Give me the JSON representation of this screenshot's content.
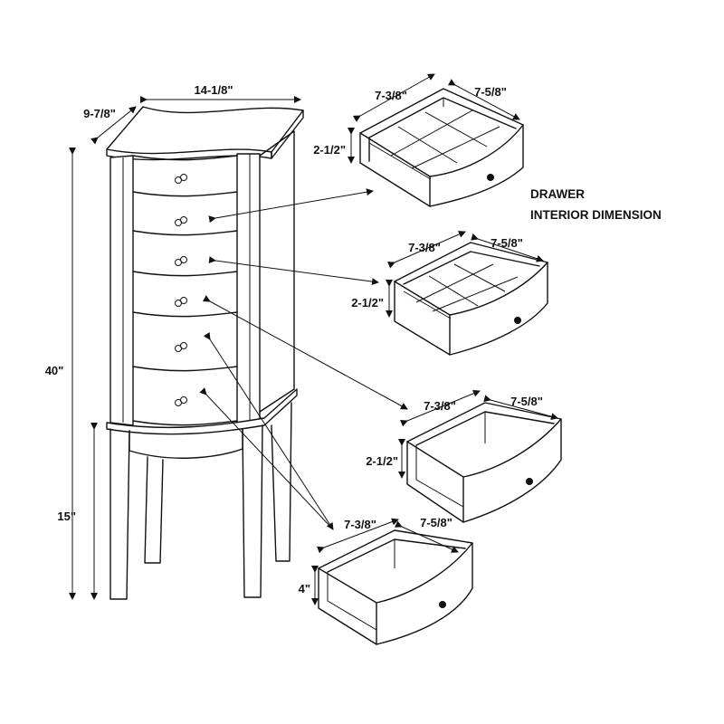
{
  "cabinet": {
    "width_label": "14-1/8\"",
    "depth_label": "9-7/8\"",
    "height_label": "40\"",
    "leg_height_label": "15\""
  },
  "drawer_interior_title": [
    "DRAWER",
    "INTERIOR DIMENSION"
  ],
  "drawers": [
    {
      "width_label": "7-3/8\"",
      "depth_label": "7-5/8\"",
      "height_label": "2-1/2\"",
      "compartments": true
    },
    {
      "width_label": "7-3/8\"",
      "depth_label": "7-5/8\"",
      "height_label": "2-1/2\"",
      "compartments": true
    },
    {
      "width_label": "7-3/8\"",
      "depth_label": "7-5/8\"",
      "height_label": "2-1/2\"",
      "compartments": false
    },
    {
      "width_label": "7-3/8\"",
      "depth_label": "7-5/8\"",
      "height_label": "4\"",
      "compartments": false
    }
  ]
}
